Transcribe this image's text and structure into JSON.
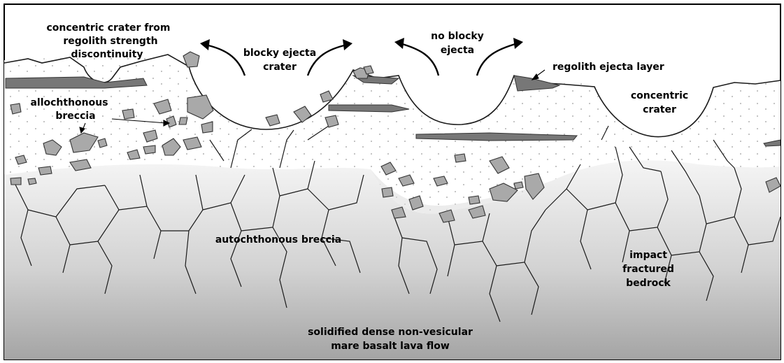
{
  "labels": {
    "concentric_crater_discontinuity": [
      "concentric crater from",
      "regolith strength",
      "discontinuity"
    ],
    "blocky_ejecta_crater": [
      "blocky ejecta",
      "crater"
    ],
    "no_blocky_ejecta": [
      "no blocky",
      "ejecta"
    ],
    "regolith_ejecta_layer": [
      "regolith ejecta layer"
    ],
    "allochthonous_breccia": [
      "allochthonous",
      "breccia"
    ],
    "concentric_crater": [
      "concentric",
      "crater"
    ],
    "autochthonous_breccia": [
      "autochthonous breccia"
    ],
    "impact_fractured_bedrock": [
      "impact",
      "fractured",
      "bedrock"
    ],
    "mare_basalt": [
      "solidified dense non-vesicular",
      "mare basalt lava flow"
    ]
  },
  "colors": {
    "regolith": "#ffffff",
    "regolith_dots": "#9a9a9a",
    "bedrock_top": "#f4f4f4",
    "bedrock_bottom": "#a6a6a6",
    "breccia_zone": "#dcdcdc",
    "block_fill": "#a9a9a9",
    "ejecta_layer": "#777777",
    "lines": "#1a1a1a"
  }
}
